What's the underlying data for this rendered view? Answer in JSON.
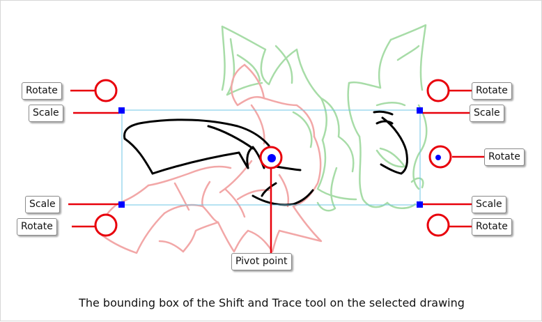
{
  "labels": {
    "rotate_top_left": "Rotate",
    "scale_top_left": "Scale",
    "scale_bottom_left": "Scale",
    "rotate_bottom_left": "Rotate",
    "rotate_top_right": "Rotate",
    "scale_top_right": "Scale",
    "rotate_mid_right": "Rotate",
    "scale_bottom_right": "Scale",
    "rotate_bottom_right": "Rotate",
    "pivot": "Pivot point"
  },
  "caption": "The bounding box of the Shift and Trace tool on the selected drawing",
  "colors": {
    "callout": "#e8000b",
    "handle": "#0000ff",
    "box": "#6ec6e6",
    "ink": "#000000",
    "onion_previous": "#f2a7a7",
    "onion_next": "#a7dca7"
  }
}
